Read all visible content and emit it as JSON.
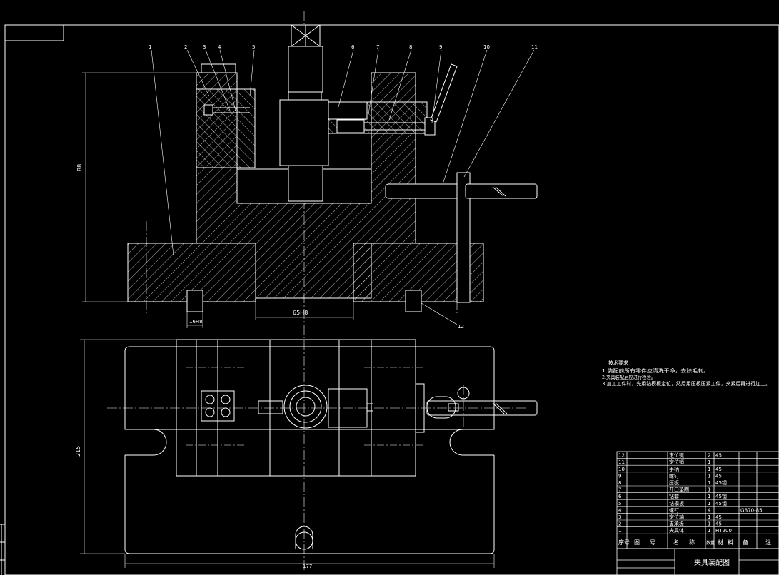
{
  "drawing": {
    "title": "夹具装配图",
    "background": "#000000",
    "line_color": "#ffffff",
    "center_line_color": "#ffffff",
    "balloon_labels": [
      "1",
      "2",
      "3",
      "4",
      "5",
      "6",
      "7",
      "8",
      "9",
      "10",
      "11",
      "12"
    ],
    "dimensions": {
      "height_left": "88",
      "base_gap": "65H8",
      "key_width": "16H8",
      "plan_depth": "215",
      "plan_width": "177"
    }
  },
  "tech_notes": {
    "heading": "技术要求",
    "items": [
      "1.装配前所有零件应清洗干净，去除毛刺。",
      "2.夹具装配后应进行检验。",
      "3.加工工件时，先用钻模板定位，然后用压板压紧工件，夹紧后再进行加工。"
    ]
  },
  "bom": {
    "headers": [
      "序号",
      "图号",
      "名称",
      "数量",
      "材料",
      "备注"
    ],
    "rows": [
      {
        "no": "12",
        "name": "定位键",
        "qty": "2",
        "mat": "45",
        "note": ""
      },
      {
        "no": "11",
        "name": "定位销",
        "qty": "1",
        "mat": "",
        "note": ""
      },
      {
        "no": "10",
        "name": "手柄",
        "qty": "1",
        "mat": "45",
        "note": ""
      },
      {
        "no": "9",
        "name": "螺钉",
        "qty": "1",
        "mat": "45",
        "note": ""
      },
      {
        "no": "8",
        "name": "压板",
        "qty": "1",
        "mat": "45钢",
        "note": ""
      },
      {
        "no": "7",
        "name": "开口垫圈",
        "qty": "1",
        "mat": "",
        "note": ""
      },
      {
        "no": "6",
        "name": "钻套",
        "qty": "1",
        "mat": "45钢",
        "note": ""
      },
      {
        "no": "5",
        "name": "钻模板",
        "qty": "1",
        "mat": "45钢",
        "note": ""
      },
      {
        "no": "4",
        "name": "螺钉",
        "qty": "4",
        "mat": "",
        "note": "GB70-85"
      },
      {
        "no": "3",
        "name": "定位轴",
        "qty": "1",
        "mat": "45",
        "note": ""
      },
      {
        "no": "2",
        "name": "支承板",
        "qty": "1",
        "mat": "45",
        "note": ""
      },
      {
        "no": "1",
        "name": "夹具体",
        "qty": "1",
        "mat": "HT200",
        "note": ""
      }
    ],
    "title_block_caption": "夹具装配图"
  }
}
